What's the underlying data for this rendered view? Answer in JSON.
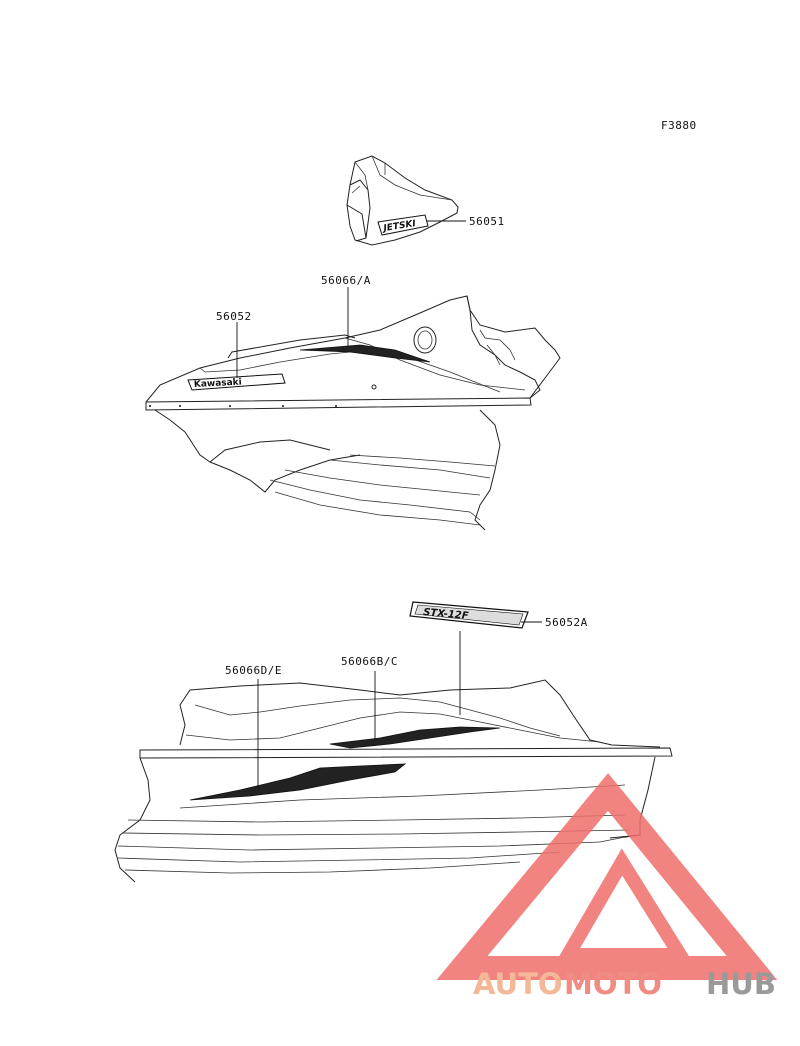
{
  "figure_code": "F3880",
  "part_labels": {
    "seat_decal": "56051",
    "side_stripe_upper": "56066/A",
    "hull_logo": "56052",
    "side_logo": "56052A",
    "deck_stripe": "56066B/C",
    "side_stripe_lower": "56066D/E"
  },
  "decal_text": {
    "jetski": "JETSKI",
    "kawasaki": "Kawasaki",
    "model": "STX-12F"
  },
  "watermark": {
    "part1": "AUTO",
    "part2": "MOTO",
    "part3": "HUB",
    "colors": {
      "part1": "#f4b896",
      "part2": "#f08c84",
      "part3": "#9a9a9a",
      "triangle": "#ef6f6a"
    }
  }
}
